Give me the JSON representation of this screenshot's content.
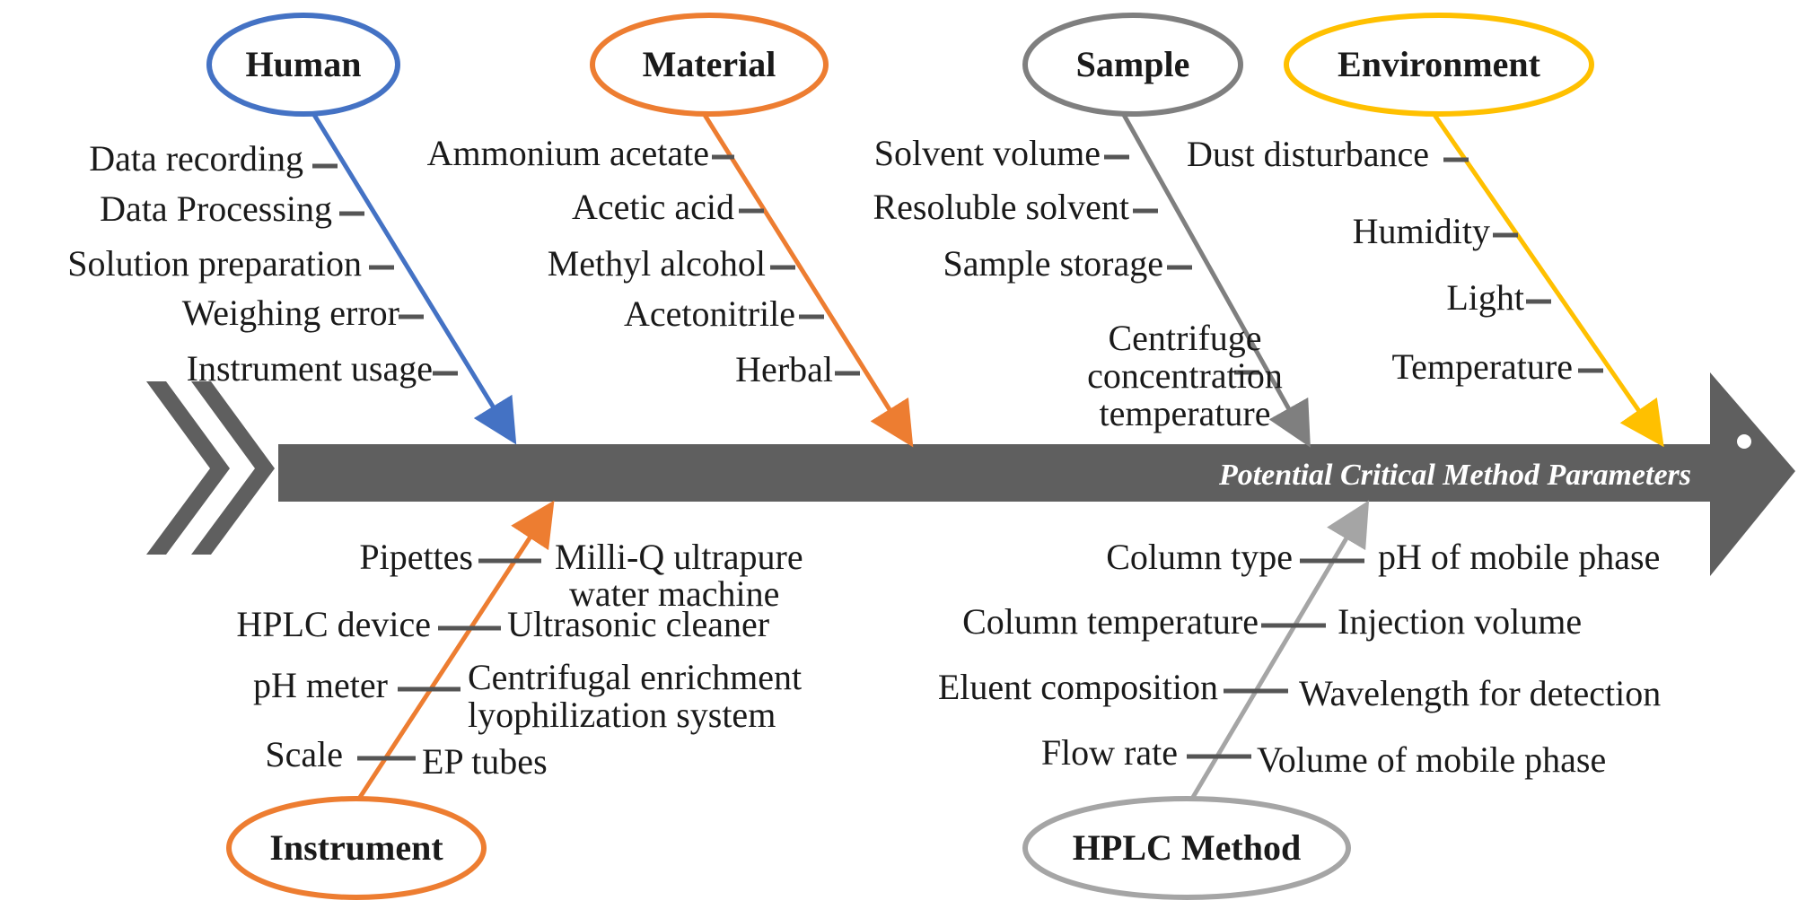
{
  "title": "Potential Critical Method Parameters",
  "colors": {
    "spine": "#5f5f5f",
    "tick": "#555555",
    "human": "#4472c4",
    "material": "#ed7d31",
    "sample": "#7f7f7f",
    "environment": "#ffc000",
    "instrument": "#ed7d31",
    "hplc": "#a5a5a5"
  },
  "categories": {
    "human": {
      "name": "Human",
      "causes": [
        "Data recording",
        "Data Processing",
        "Solution preparation",
        "Weighing error",
        "Instrument usage"
      ]
    },
    "material": {
      "name": "Material",
      "causes": [
        "Ammonium acetate",
        "Acetic acid",
        "Methyl alcohol",
        "Acetonitrile",
        "Herbal"
      ]
    },
    "sample": {
      "name": "Sample",
      "causes": [
        "Solvent volume",
        "Resoluble solvent",
        "Sample storage",
        "Centrifuge concentration temperature"
      ],
      "centrifuge_lines": [
        "Centrifuge",
        "concentration",
        "temperature"
      ]
    },
    "environment": {
      "name": "Environment",
      "causes": [
        "Dust disturbance",
        "Humidity",
        "Light",
        "Temperature"
      ]
    },
    "instrument": {
      "name": "Instrument",
      "left_causes": [
        "Pipettes",
        "HPLC device",
        "pH meter",
        "Scale"
      ],
      "right_causes": [
        "Milli-Q ultrapure water machine",
        "Ultrasonic cleaner",
        "Centrifugal enrichment lyophilization system",
        "EP tubes"
      ],
      "milliq_lines": [
        "Milli-Q ultrapure",
        "water machine"
      ],
      "centrifugal_lines": [
        "Centrifugal enrichment",
        "lyophilization system"
      ]
    },
    "hplc": {
      "name": "HPLC Method",
      "left_causes": [
        "Column type",
        "Column temperature",
        "Eluent composition",
        "Flow rate"
      ],
      "right_causes": [
        "pH of mobile phase",
        "Injection volume",
        "Wavelength for detection",
        "Volume of mobile phase"
      ]
    }
  }
}
